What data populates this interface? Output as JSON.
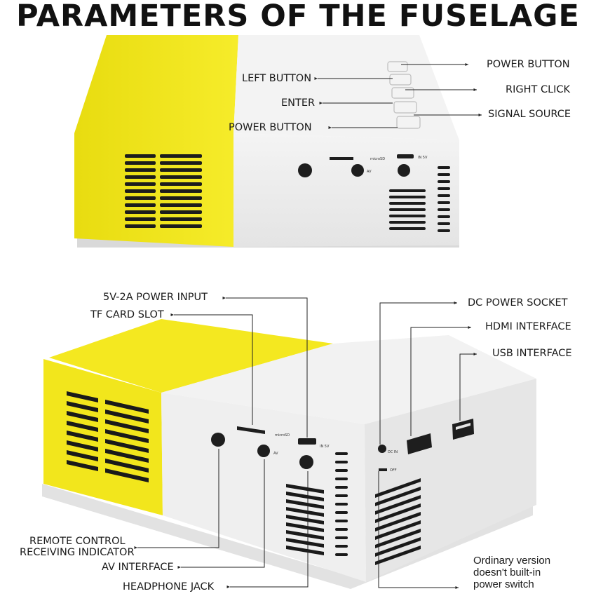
{
  "title": "PARAMETERS OF THE FUSELAGE",
  "colors": {
    "yellow": "#f2e61c",
    "white_body": "#eeeeee",
    "dark": "#222222",
    "line": "#222222"
  },
  "top_view": {
    "labels": {
      "power_button_right": "POWER BUTTON",
      "right_click": "RIGHT CLICK",
      "signal_source": "SIGNAL SOURCE",
      "left_button": "LEFT BUTTON",
      "enter": "ENTER",
      "power_button_left": "POWER BUTTON"
    },
    "port_marks": {
      "microsd": "microSD",
      "in5v": "IN 5V",
      "av": "AV"
    }
  },
  "bottom_view": {
    "labels": {
      "power_input": "5V-2A POWER INPUT",
      "tf_card_slot": "TF CARD SLOT",
      "remote_control_1": "REMOTE CONTROL",
      "remote_control_2": "RECEIVING INDICATOR",
      "av_interface": "AV INTERFACE",
      "headphone_jack": "HEADPHONE JACK",
      "dc_power_socket": "DC POWER SOCKET",
      "hdmi_interface": "HDMI INTERFACE",
      "usb_interface": "USB INTERFACE",
      "note_1": "Ordinary version",
      "note_2": "doesn't built-in",
      "note_3": "power switch"
    },
    "port_marks": {
      "microsd": "microSD",
      "in5v": "IN 5V",
      "av": "AV",
      "dc_in": "DC IN",
      "off": "OFF"
    }
  }
}
